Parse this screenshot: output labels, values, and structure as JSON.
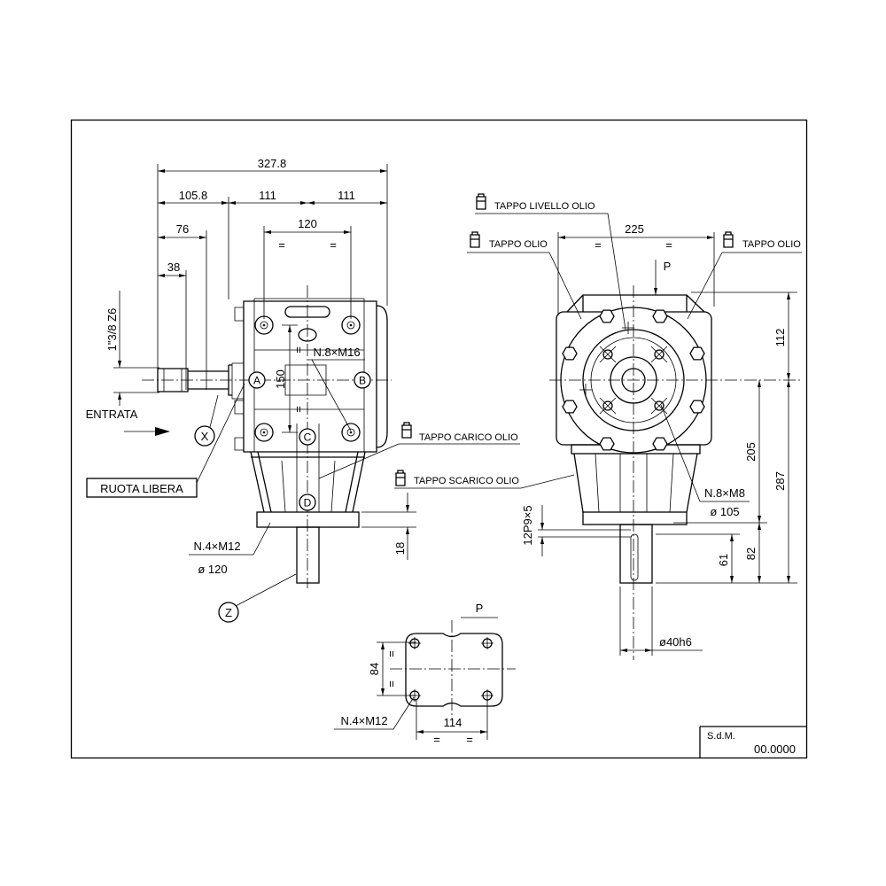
{
  "title_block": {
    "label": "S.d.M.",
    "code": "00.0000"
  },
  "symbols": {
    "equal": "="
  },
  "side_view": {
    "dimensions": {
      "overall_length": "327.8",
      "input_shaft_offset": "105.8",
      "left_half": "111",
      "right_half": "111",
      "shaft_step": "76",
      "bolt_spacing": "120",
      "spline_length": "38",
      "input_spline": "1\"3/8 Z6",
      "bolt_height": "150",
      "flange_thickness": "18"
    },
    "input_label": "ENTRATA",
    "freewheel_label": "RUOTA LIBERA",
    "detail_x": "X",
    "detail_z": "Z",
    "positions": [
      "A",
      "B",
      "C",
      "D"
    ],
    "top_bolts": "N.8×M16",
    "flange_bolts": "N.4×M12",
    "flange_diameter": "ø 120",
    "fill_plug": "TAPPO CARICO OLIO",
    "drain_plug": "TAPPO SCARICO OLIO"
  },
  "front_view": {
    "level_plug": "TAPPO LIVELLO OLIO",
    "oil_plug_left": "TAPPO OLIO",
    "oil_plug_right": "TAPPO OLIO",
    "view_arrow": "P",
    "dimensions": {
      "housing_width": "225",
      "top_height": "112",
      "axis_to_flange": "205",
      "axis_to_shaft_end": "287",
      "flange_to_shaft_end": "82",
      "shaft_length": "61",
      "keyway": "12P9×5",
      "shaft_diameter": "ø40h6"
    },
    "flange_bolts": "N.8×M8",
    "flange_diameter": "ø 105"
  },
  "bottom_view": {
    "view_label": "P",
    "dimensions": {
      "hole_spacing_y": "84",
      "hole_spacing_x": "114"
    },
    "mounting_bolts": "N.4×M12"
  }
}
